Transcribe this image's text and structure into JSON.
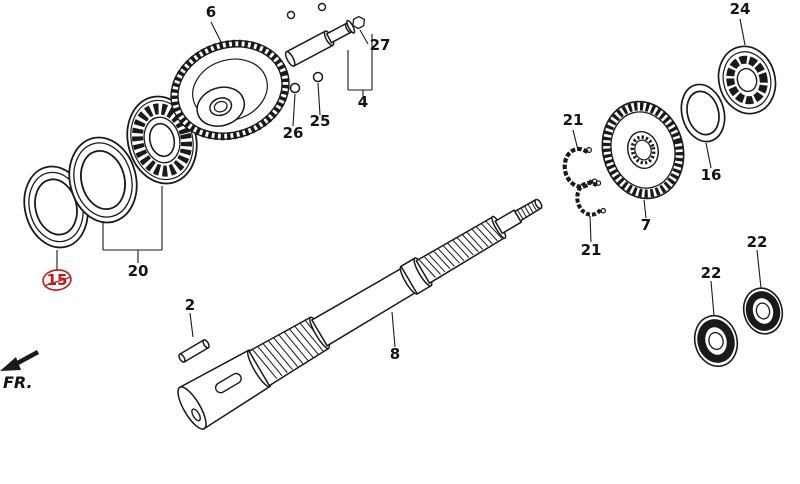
{
  "diagram": {
    "kind": "exploded-parts-diagram",
    "background": "#ffffff",
    "line_color": "#1a1a1a",
    "highlight_color": "#c41818",
    "front_marker": "FR.",
    "highlighted_part": "15",
    "labels": {
      "p6": "6",
      "p27": "27",
      "p4": "4",
      "p26": "26",
      "p25": "25",
      "p24": "24",
      "p21_top": "21",
      "p21_bottom": "21",
      "p16": "16",
      "p7": "7",
      "p22_right": "22",
      "p22_left": "22",
      "p20": "20",
      "p15": "15",
      "p2": "2",
      "p8": "8"
    },
    "parts": {
      "2": "dowel-pin",
      "4": "shaft-and-bolt-assembly",
      "6": "spur-gear",
      "7": "bevel-ring-gear",
      "8": "splined-output-shaft",
      "15": "seal-ring",
      "16": "o-ring",
      "20": "taper-bearing-with-race",
      "21": "snap-ring",
      "22": "oil-seal",
      "24": "ball-bearing",
      "25": "ball",
      "26": "ball",
      "27": "bolt"
    }
  }
}
